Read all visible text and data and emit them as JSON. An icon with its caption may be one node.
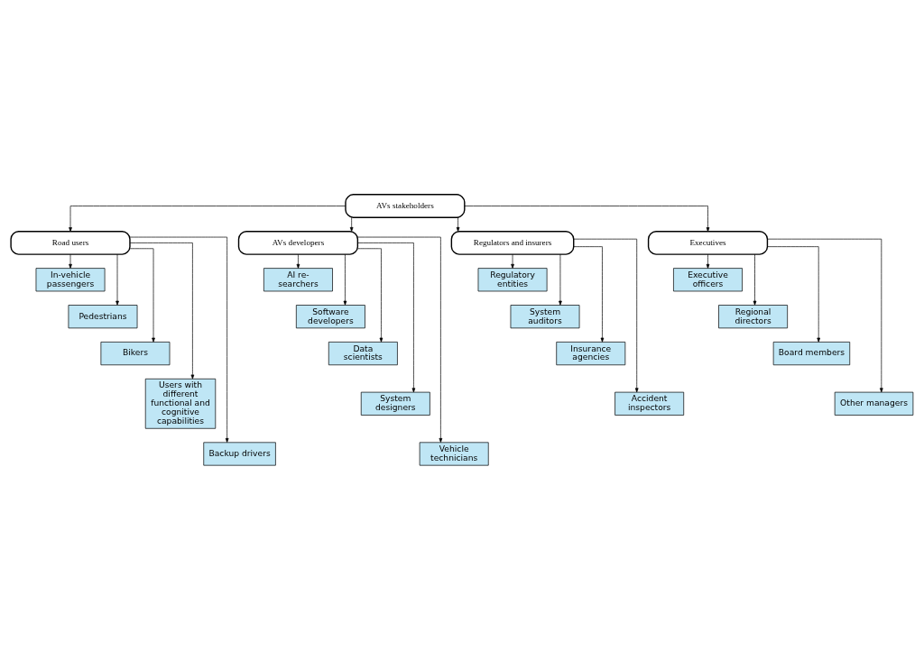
{
  "diagram": {
    "nodes": [
      {
        "text": [
          "AVs stakeholders"
        ]
      },
      {
        "text": [
          "Road users"
        ]
      },
      {
        "text": [
          "AVs developers"
        ]
      },
      {
        "text": [
          "Regulators and insurers"
        ]
      },
      {
        "text": [
          "Executives"
        ]
      },
      {
        "text": [
          "In-vehicle passengers"
        ]
      },
      {
        "text": [
          "Pedestrians"
        ]
      },
      {
        "text": [
          "Bikers"
        ]
      },
      {
        "text": [
          "Users with different functional and cognitive capabilities"
        ]
      },
      {
        "text": [
          "Backup drivers"
        ]
      },
      {
        "text": [
          "AI re- searchers"
        ]
      },
      {
        "text": [
          "Software developers"
        ]
      },
      {
        "text": [
          "Data scientists"
        ]
      },
      {
        "text": [
          "System designers"
        ]
      },
      {
        "text": [
          "Vehicle technicians"
        ]
      },
      {
        "text": [
          "Regulatory entities"
        ]
      },
      {
        "text": [
          "System auditors"
        ]
      },
      {
        "text": [
          "Insurance agencies"
        ]
      },
      {
        "text": [
          "Accident inspectors"
        ]
      },
      {
        "text": [
          "Executive officers"
        ]
      },
      {
        "text": [
          "Regional directors"
        ]
      },
      {
        "text": [
          "Board members"
        ]
      },
      {
        "text": [
          "Other managers"
        ]
      }
    ],
    "edges": [
      {
        "from": 0,
        "to": 1,
        "arrow": "to"
      },
      {
        "from": 0,
        "to": 2,
        "arrow": "to"
      },
      {
        "from": 0,
        "to": 3,
        "arrow": "to"
      },
      {
        "from": 0,
        "to": 4,
        "arrow": "to"
      },
      {
        "from": 1,
        "to": 5,
        "arrow": "to"
      },
      {
        "from": 1,
        "to": 6,
        "arrow": "to"
      },
      {
        "from": 1,
        "to": 7,
        "arrow": "to"
      },
      {
        "from": 1,
        "to": 8,
        "arrow": "to"
      },
      {
        "from": 1,
        "to": 9,
        "arrow": "to"
      },
      {
        "from": 2,
        "to": 10,
        "arrow": "to"
      },
      {
        "from": 2,
        "to": 11,
        "arrow": "to"
      },
      {
        "from": 2,
        "to": 12,
        "arrow": "to"
      },
      {
        "from": 2,
        "to": 13,
        "arrow": "to"
      },
      {
        "from": 2,
        "to": 14,
        "arrow": "to"
      },
      {
        "from": 3,
        "to": 15,
        "arrow": "to"
      },
      {
        "from": 3,
        "to": 16,
        "arrow": "to"
      },
      {
        "from": 3,
        "to": 17,
        "arrow": "to"
      },
      {
        "from": 3,
        "to": 18,
        "arrow": "to"
      },
      {
        "from": 4,
        "to": 19,
        "arrow": "to"
      },
      {
        "from": 4,
        "to": 20,
        "arrow": "to"
      },
      {
        "from": 4,
        "to": 21,
        "arrow": "to"
      },
      {
        "from": 4,
        "to": 22,
        "arrow": "to"
      }
    ]
  }
}
